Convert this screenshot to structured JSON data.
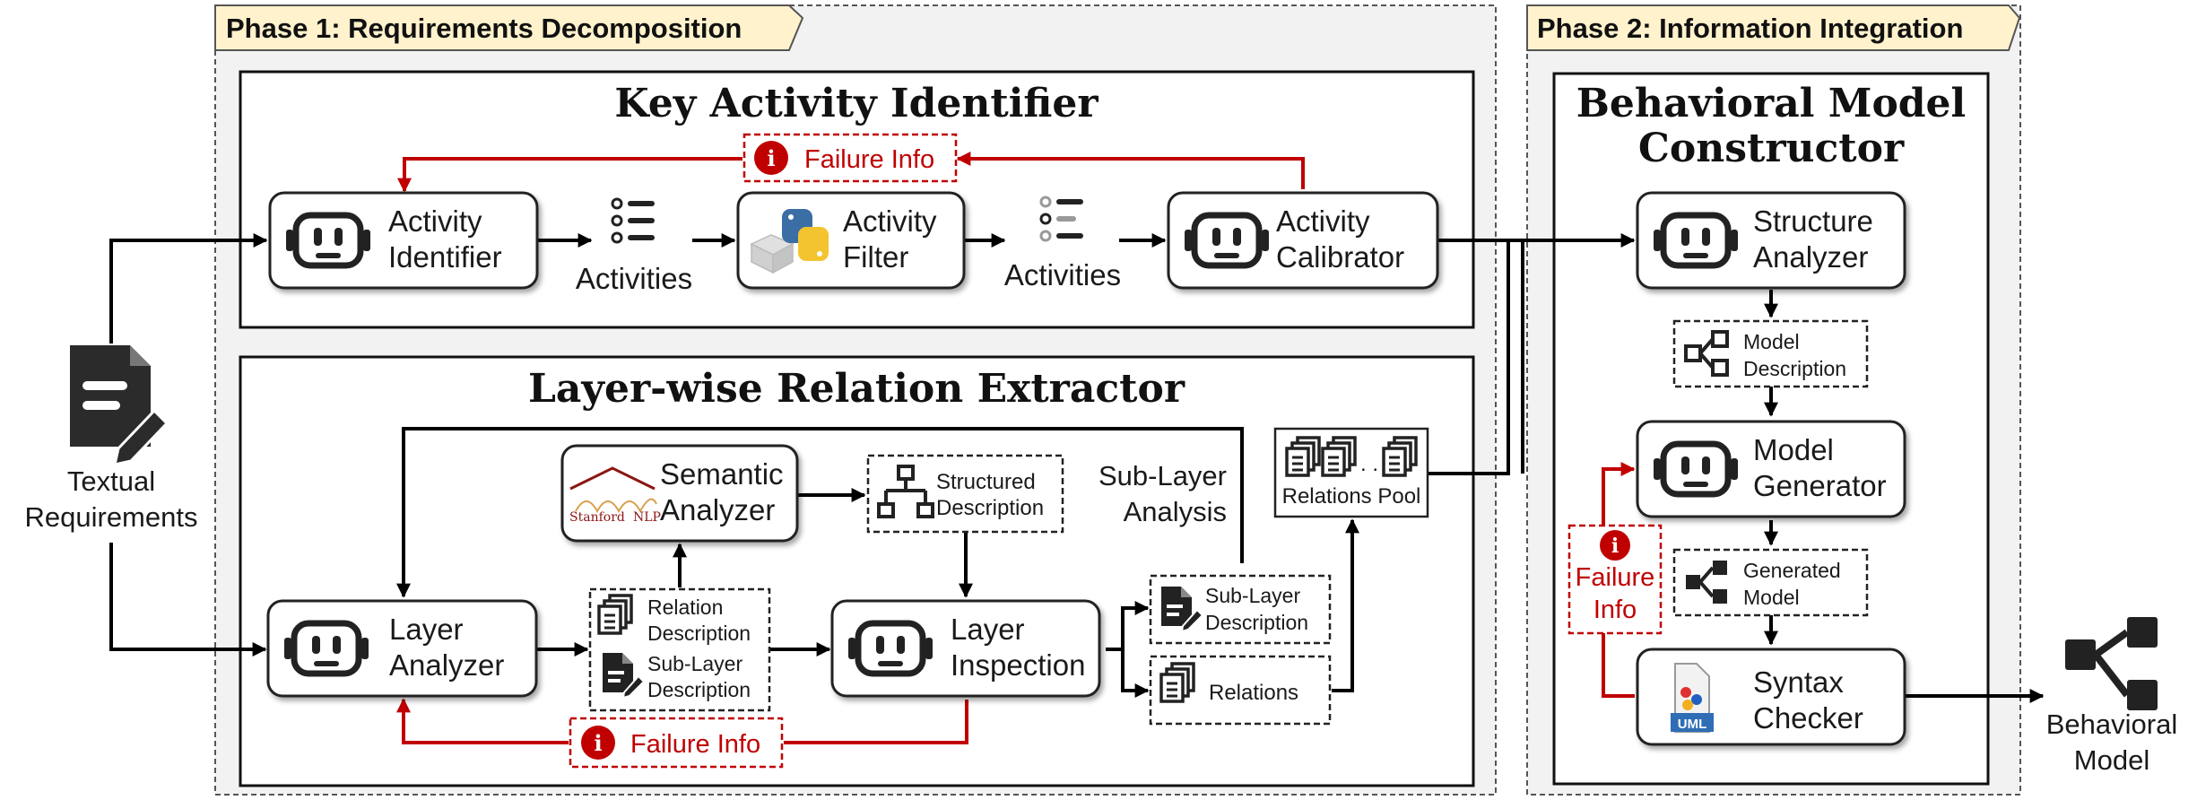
{
  "phase1": {
    "title": "Phase 1: Requirements Decomposition"
  },
  "phase2": {
    "title": "Phase 2: Information Integration"
  },
  "input": {
    "line1": "Textual",
    "line2": "Requirements"
  },
  "output": {
    "line1": "Behavioral",
    "line2": "Model"
  },
  "kai": {
    "title": "Key Activity Identifier",
    "failure": "Failure Info",
    "identifier": {
      "line1": "Activity",
      "line2": "Identifier"
    },
    "activities_a": "Activities",
    "filter": {
      "line1": "Activity",
      "line2": "Filter"
    },
    "activities_b": "Activities",
    "calibrator": {
      "line1": "Activity",
      "line2": "Calibrator"
    }
  },
  "lre": {
    "title": "Layer-wise Relation Extractor",
    "semantic": {
      "line1": "Semantic",
      "line2": "Analyzer",
      "logo_a": "Stanford",
      "logo_b": "NLP"
    },
    "structured": {
      "line1": "Structured",
      "line2": "Description"
    },
    "sublayer_analysis": {
      "line1": "Sub-Layer",
      "line2": "Analysis"
    },
    "pool": "Relations Pool",
    "layer_analyzer": {
      "line1": "Layer",
      "line2": "Analyzer"
    },
    "relation_desc": {
      "line1": "Relation",
      "line2": "Description"
    },
    "sublayer_desc_a": {
      "line1": "Sub-Layer",
      "line2": "Description"
    },
    "layer_inspection": {
      "line1": "Layer",
      "line2": "Inspection"
    },
    "sublayer_desc_b": {
      "line1": "Sub-Layer",
      "line2": "Description"
    },
    "relations": "Relations",
    "failure": "Failure Info"
  },
  "bmc": {
    "title1": "Behavioral Model",
    "title2": "Constructor",
    "structure": {
      "line1": "Structure",
      "line2": "Analyzer"
    },
    "model_desc": {
      "line1": "Model",
      "line2": "Description"
    },
    "generator": {
      "line1": "Model",
      "line2": "Generator"
    },
    "generated": {
      "line1": "Generated",
      "line2": "Model"
    },
    "syntax": {
      "line1": "Syntax",
      "line2": "Checker"
    },
    "uml": "UML",
    "failure1": "Failure",
    "failure2": "Info"
  },
  "colors": {
    "accent_red": "#c00000",
    "phase_header": "#fff2cc",
    "phase_bg": "#f2f2f2"
  }
}
